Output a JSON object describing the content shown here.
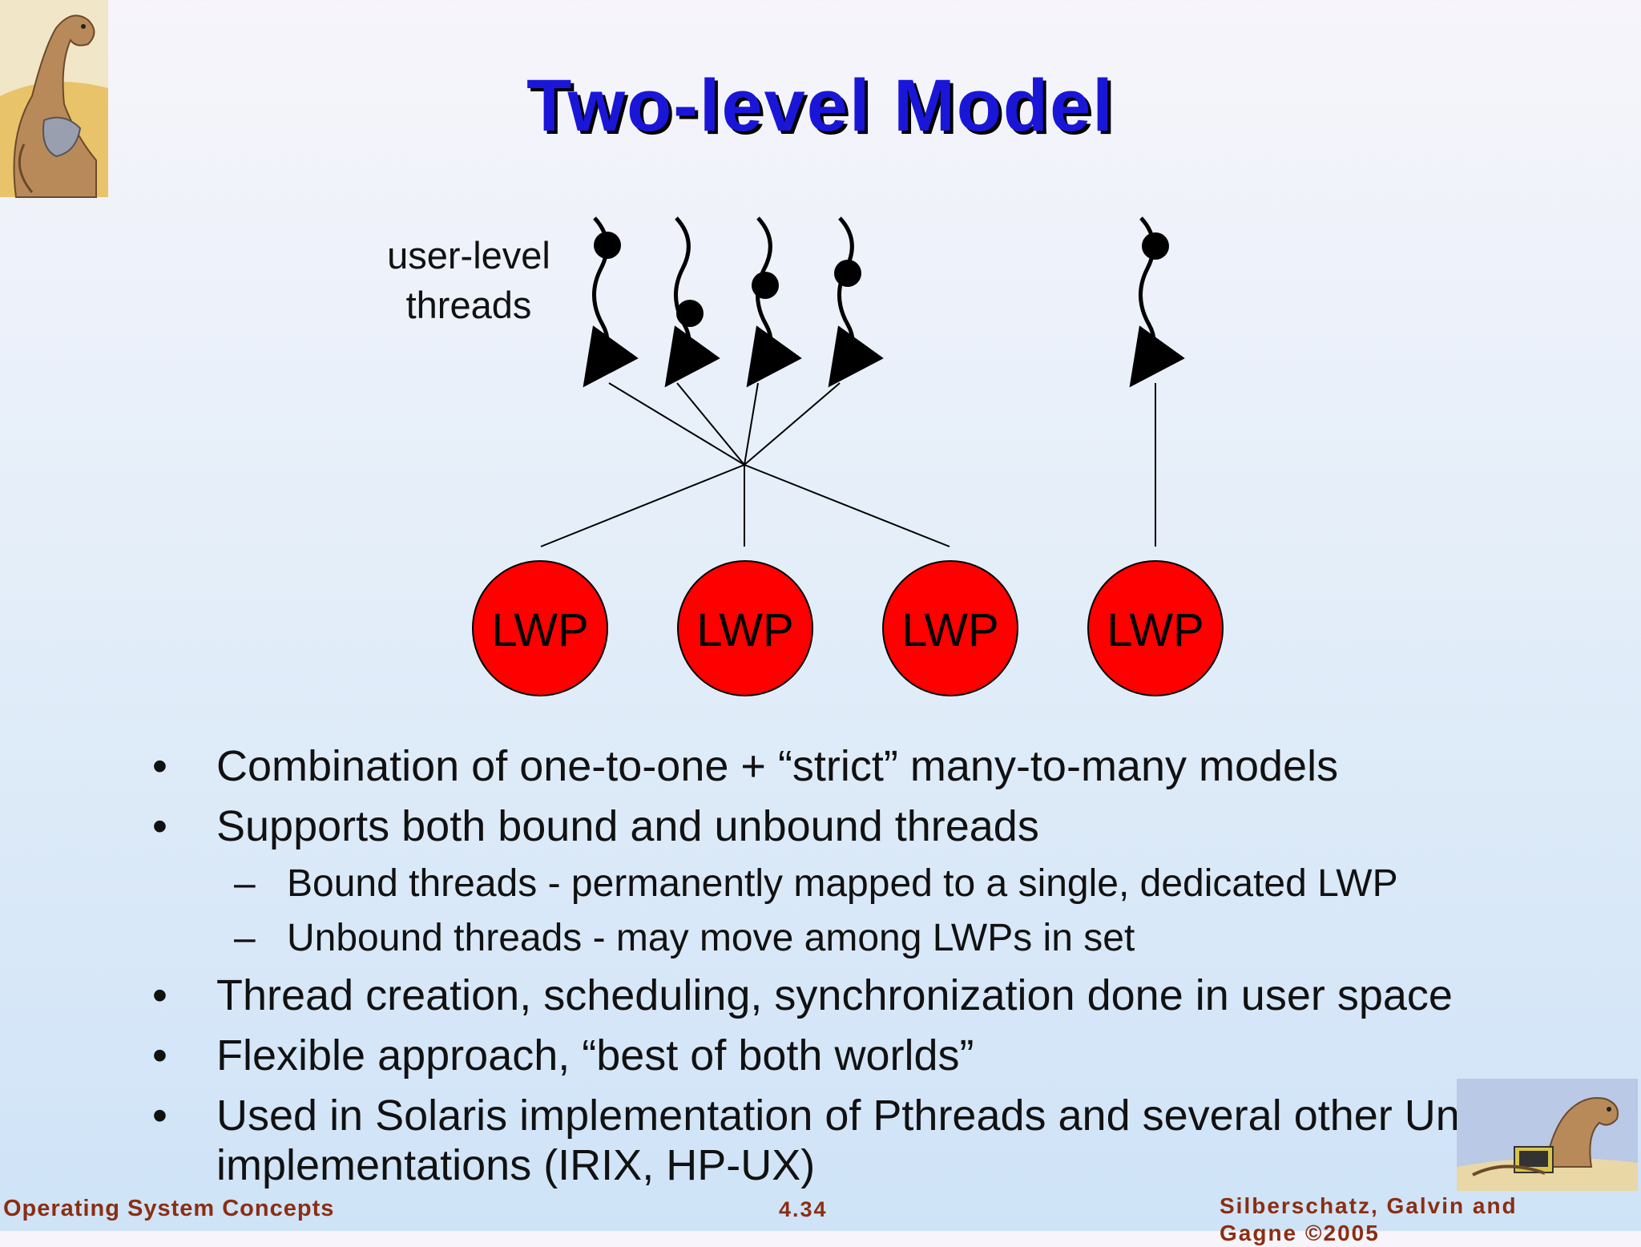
{
  "slide": {
    "title": "Two-level Model"
  },
  "diagram": {
    "thread_label_line1": "user-level",
    "thread_label_line2": "threads",
    "lwp_labels": [
      "LWP",
      "LWP",
      "LWP",
      "LWP"
    ],
    "lwp_color": "#ff0000",
    "thread_count": 5
  },
  "bullets": [
    {
      "marker": "•",
      "text": "Combination of one-to-one + “strict” many-to-many models"
    },
    {
      "marker": "•",
      "text": "Supports both bound and unbound threads"
    },
    {
      "marker": "–",
      "text": "Bound threads - permanently mapped to a single, dedicated LWP"
    },
    {
      "marker": "–",
      "text": "Unbound threads - may move among LWPs in set"
    },
    {
      "marker": "•",
      "text": "Thread creation, scheduling, synchronization done in user space"
    },
    {
      "marker": "•",
      "text": "Flexible approach, “best of both worlds”"
    },
    {
      "marker": "•",
      "text": "Used in Solaris implementation of Pthreads and several other Unix implementations (IRIX, HP-UX)"
    }
  ],
  "footer": {
    "left": "Operating System Concepts",
    "center": "4.34",
    "right": "Silberschatz, Galvin and Gagne ©2005"
  },
  "colors": {
    "title": "#1a16d8",
    "footer": "#8b2e12",
    "lwp": "#ff0000"
  }
}
